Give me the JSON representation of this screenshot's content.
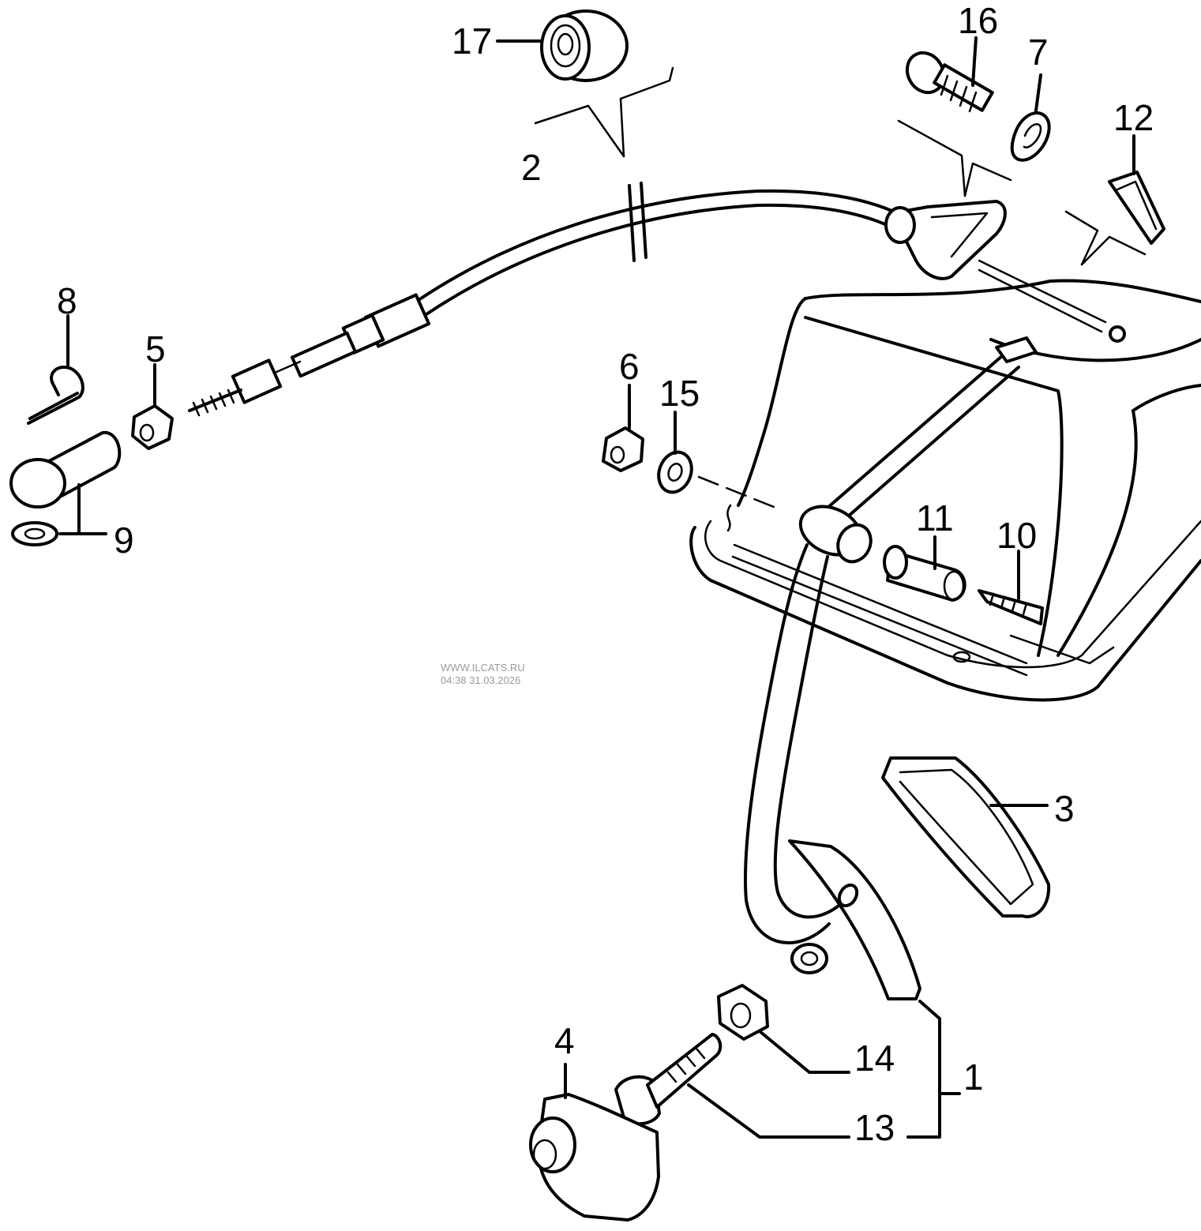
{
  "diagram": {
    "callouts": [
      {
        "id": "1",
        "label": "1"
      },
      {
        "id": "2",
        "label": "2"
      },
      {
        "id": "3",
        "label": "3"
      },
      {
        "id": "4",
        "label": "4"
      },
      {
        "id": "5",
        "label": "5"
      },
      {
        "id": "6",
        "label": "6"
      },
      {
        "id": "7",
        "label": "7"
      },
      {
        "id": "8",
        "label": "8"
      },
      {
        "id": "9",
        "label": "9"
      },
      {
        "id": "10",
        "label": "10"
      },
      {
        "id": "11",
        "label": "11"
      },
      {
        "id": "12",
        "label": "12"
      },
      {
        "id": "13",
        "label": "13"
      },
      {
        "id": "14",
        "label": "14"
      },
      {
        "id": "15",
        "label": "15"
      },
      {
        "id": "16",
        "label": "16"
      },
      {
        "id": "17",
        "label": "17"
      }
    ]
  },
  "watermark": {
    "line1": "WWW.ILCATS.RU",
    "line2": "04:38 31.03.2026"
  }
}
